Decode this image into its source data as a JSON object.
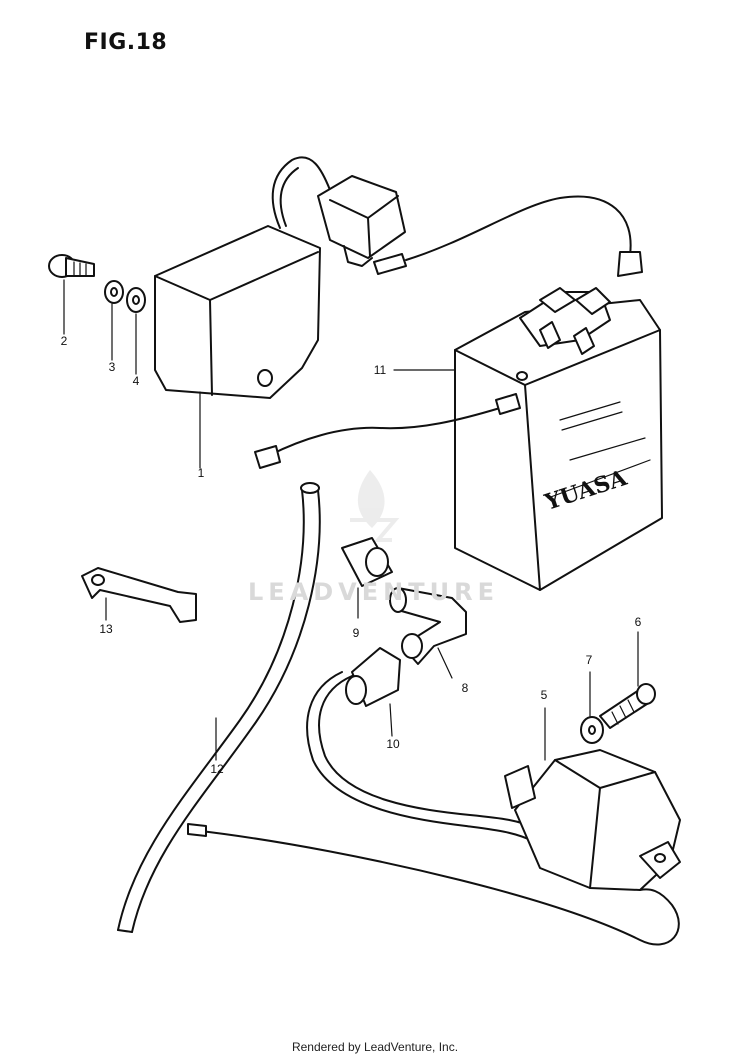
{
  "figure": {
    "title": "FIG.18"
  },
  "watermark": {
    "text": "LEADVENTURE"
  },
  "callouts": {
    "p1": "1",
    "p2": "2",
    "p3": "3",
    "p4": "4",
    "p5": "5",
    "p6": "6",
    "p7": "7",
    "p8": "8",
    "p9": "9",
    "p10": "10",
    "p11": "11",
    "p12": "12",
    "p13": "13"
  },
  "footer": {
    "text": "Rendered by LeadVenture, Inc."
  }
}
